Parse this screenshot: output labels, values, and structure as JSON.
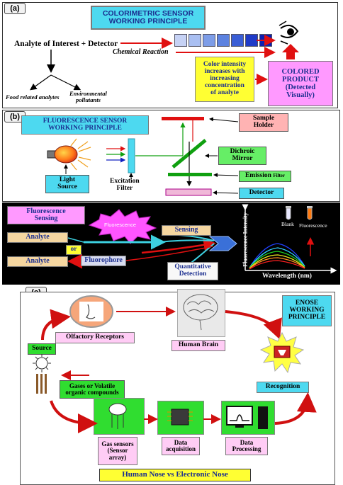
{
  "panel_a": {
    "tag": "(a)",
    "title_line1": "COLORIMETRIC SENSOR",
    "title_line2": "WORKING PRINCIPLE",
    "analyte_text": "Analyte of Interest + Detector",
    "reaction_label": "Chemical Reaction",
    "food_label": "Food related analytes",
    "env_label_1": "Environmental",
    "env_label_2": "pollutants",
    "intensity_lines": [
      "Color intensity",
      "increases with",
      "increasing",
      "concentration",
      "of analyte"
    ],
    "colored_product_lines": [
      "COLORED",
      "PRODUCT",
      "(Detected",
      "Visually)"
    ],
    "colors": {
      "title_bg": "#4dd9f0",
      "yellow": "#ffff33",
      "pink": "#ff99ff",
      "red": "#e01010"
    }
  },
  "panel_b": {
    "tag": "(b)",
    "title_line1": "FLUORESCENCE SENSOR",
    "title_line2": "WORKING PRINCIPLE",
    "sample_holder_lines": [
      "Sample",
      "Holder"
    ],
    "dichroic_lines": [
      "Dichroic",
      "Mirror"
    ],
    "emission_label": "Emission",
    "emission_suffix": "Filter",
    "detector_label": "Detector",
    "light_source_lines": [
      "Light",
      "Source"
    ],
    "excitation_lines": [
      "Excitation",
      "Filter"
    ],
    "sensing_box": [
      "Fluorescence",
      "Sensing"
    ],
    "fluorescence_burst": "Fluorescence",
    "sensing_label": "Sensing",
    "analyte_1": "Analyte",
    "or_label": "or",
    "analyte_2": "Analyte",
    "fluorophore_label": "Fluorophore",
    "quant_lines": [
      "Quantitative",
      "Detection"
    ],
    "y_axis_label": "Fluorescence Intensity",
    "x_axis_label": "Wavelength (nm)",
    "blank_label": "Blank",
    "fluor_label": "Fluorescence"
  },
  "panel_c": {
    "tag": "(c)",
    "enose_lines": [
      "ENOSE",
      "WORKING",
      "PRINCIPLE"
    ],
    "olfactory_label": "Olfactory Receptors",
    "brain_label": "Human Brain",
    "source_label": "Source",
    "recognition_label": "Recognition",
    "gases_lines": [
      "Gases or Volatile",
      "organic compounds"
    ],
    "gas_sensor_lines": [
      "Gas sensors",
      "(Sensor",
      "array)"
    ],
    "data_acq_lines": [
      "Data",
      "acquisition"
    ],
    "data_proc_lines": [
      "Data",
      "Processing"
    ],
    "footer": "Human Nose vs Electronic Nose"
  }
}
